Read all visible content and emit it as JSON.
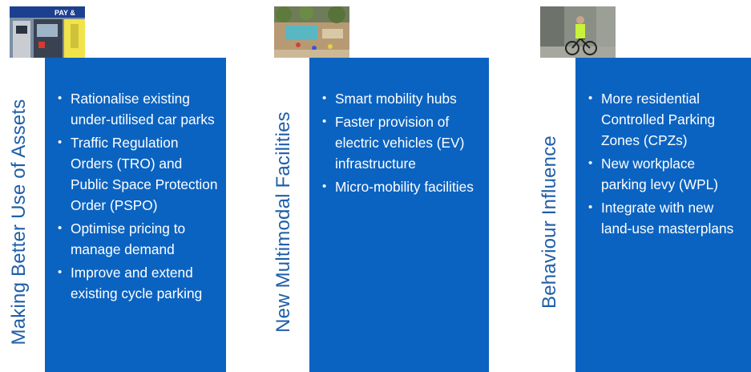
{
  "columns": [
    {
      "title": "Making Better Use of Assets",
      "photo_text": "PAY &",
      "bullets": [
        "Rationalise existing under-utilised car parks",
        "Traffic Regulation Orders (TRO) and Public Space Protection Order (PSPO)",
        "Optimise pricing to manage demand",
        "Improve and extend existing cycle parking"
      ]
    },
    {
      "title": "New Multimodal Facilities",
      "bullets": [
        "Smart mobility hubs",
        "Faster provision of electric vehicles (EV) infrastructure",
        "Micro-mobility facilities"
      ]
    },
    {
      "title": "Behaviour Influence",
      "bullets": [
        "More residential Controlled Parking Zones (CPZs)",
        "New workplace parking levy (WPL)",
        "Integrate with new land-use masterplans"
      ]
    }
  ],
  "colors": {
    "panel": "#0b63c1",
    "title": "#1f5ea8"
  }
}
